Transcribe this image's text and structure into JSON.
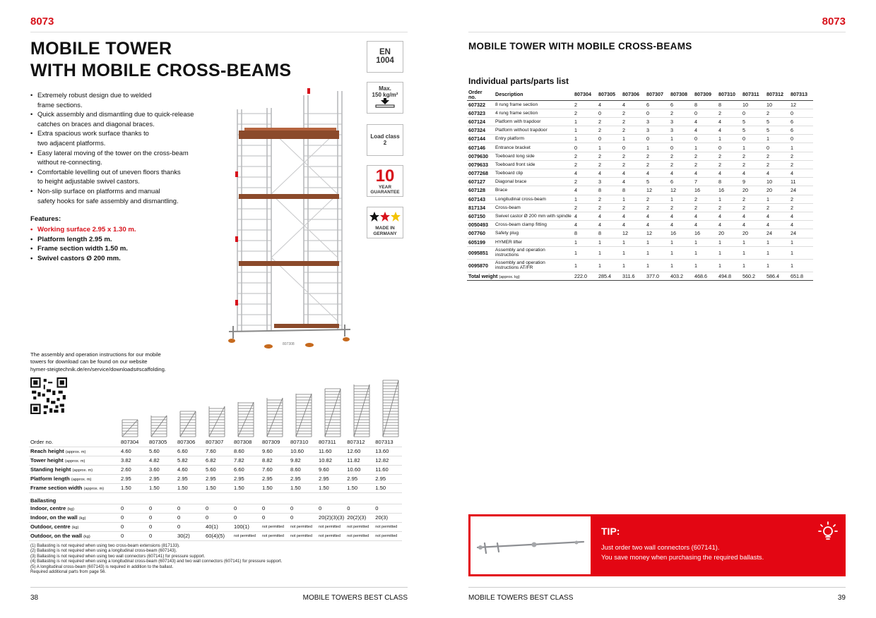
{
  "left_page": {
    "page_code": "8073",
    "title_lines": [
      "MOBILE TOWER",
      "WITH MOBILE CROSS-BEAMS"
    ],
    "bullets": [
      "Extremely robust design due to welded\nframe sections.",
      "Quick assembly and dismantling due to quick-release\ncatches on braces and diagonal braces.",
      "Extra spacious work surface thanks to\ntwo adjacent platforms.",
      "Easy lateral moving of the tower on the cross-beam\nwithout re-connecting.",
      "Comfortable levelling out of uneven floors thanks\nto height adjustable swivel castors.",
      "Non-slip surface on platforms and manual\nsafety hooks for safe assembly and dismantling."
    ],
    "features_heading": "Features:",
    "features": [
      "Working surface 2.95 x 1.30 m.",
      "Platform length 2.95 m.",
      "Frame section width 1.50 m.",
      "Swivel castors Ø 200 mm."
    ],
    "badges": {
      "en": "EN",
      "en_num": "1004",
      "max": "Max.",
      "max_load": "150 kg/m²",
      "load_class": "Load class",
      "load_num": "2",
      "years_num": "10",
      "years": "YEAR",
      "guarantee": "GUARANTEE",
      "made_in": "MADE IN",
      "germany": "GERMANY"
    },
    "image_caption": "807308",
    "assembly_text": "The assembly and operation instructions for our mobile\ntowers for download can be found on our website\nhymer-steigtechnik.de/en/service/downloads#scaffolding.",
    "spec_table": {
      "columns": [
        "807304",
        "807305",
        "807306",
        "807307",
        "807308",
        "807309",
        "807310",
        "807311",
        "807312",
        "807313"
      ],
      "order_label": "Order no.",
      "rows": [
        {
          "label": "Reach height",
          "unit": "(approx. m)",
          "values": [
            "4.60",
            "5.60",
            "6.60",
            "7.60",
            "8.60",
            "9.60",
            "10.60",
            "11.60",
            "12.60",
            "13.60"
          ]
        },
        {
          "label": "Tower height",
          "unit": "(approx. m)",
          "values": [
            "3.82",
            "4.82",
            "5.82",
            "6.82",
            "7.82",
            "8.82",
            "9.82",
            "10.82",
            "11.82",
            "12.82"
          ]
        },
        {
          "label": "Standing height",
          "unit": "(approx. m)",
          "values": [
            "2.60",
            "3.60",
            "4.60",
            "5.60",
            "6.60",
            "7.60",
            "8.60",
            "9.60",
            "10.60",
            "11.60"
          ]
        },
        {
          "label": "Platform length",
          "unit": "(approx. m)",
          "values": [
            "2.95",
            "2.95",
            "2.95",
            "2.95",
            "2.95",
            "2.95",
            "2.95",
            "2.95",
            "2.95",
            "2.95"
          ]
        },
        {
          "label": "Frame section width",
          "unit": "(approx. m)",
          "values": [
            "1.50",
            "1.50",
            "1.50",
            "1.50",
            "1.50",
            "1.50",
            "1.50",
            "1.50",
            "1.50",
            "1.50"
          ]
        }
      ],
      "ballasting_label": "Ballasting",
      "ballast_rows": [
        {
          "label": "Indoor, centre",
          "unit": "(kg)",
          "values": [
            "0",
            "0",
            "0",
            "0",
            "0",
            "0",
            "0",
            "0",
            "0",
            "0"
          ]
        },
        {
          "label": "Indoor, on the wall",
          "unit": "(kg)",
          "values": [
            "0",
            "0",
            "0",
            "0",
            "0",
            "0",
            "0",
            "20(2)(3)(3)",
            "20(2)(3)",
            "20(3)"
          ]
        },
        {
          "label": "Outdoor, centre",
          "unit": "(kg)",
          "values": [
            "0",
            "0",
            "0",
            "40(1)",
            "100(1)",
            "not permitted",
            "not permitted",
            "not permitted",
            "not permitted",
            "not permitted"
          ]
        },
        {
          "label": "Outdoor, on the wall",
          "unit": "(kg)",
          "values": [
            "0",
            "0",
            "30(2)",
            "60(4)(5)",
            "not permitted",
            "not permitted",
            "not permitted",
            "not permitted",
            "not permitted",
            "not permitted"
          ]
        }
      ]
    },
    "footnotes": [
      "(1) Ballasting is not required when using two cross-beam extensions (817133).",
      "(2) Ballasting is not required when using a longitudinal cross-beam (607143).",
      "(3) Ballasting is not required when using two wall connectors (607141) for pressure support.",
      "(4) Ballasting is not required when using a longitudinal cross-beam (607143) and two wall connectors (607141) for pressure support.",
      "(5) A longitudinal cross-beam (607143) is required in addition to the ballast.",
      "Required additional parts from page 56."
    ],
    "footer_page": "38",
    "footer_brand": "MOBILE TOWERS BEST CLASS"
  },
  "right_page": {
    "page_code": "8073",
    "subtitle": "MOBILE TOWER WITH MOBILE CROSS-BEAMS",
    "parts_heading": "Individual parts/parts list",
    "parts_table": {
      "order_label": "Order\nno.",
      "desc_label": "Description",
      "columns": [
        "807304",
        "807305",
        "807306",
        "807307",
        "807308",
        "807309",
        "807310",
        "807311",
        "807312",
        "807313"
      ],
      "rows": [
        {
          "no": "607322",
          "desc": "8 rung frame section",
          "values": [
            "2",
            "4",
            "4",
            "6",
            "6",
            "8",
            "8",
            "10",
            "10",
            "12"
          ]
        },
        {
          "no": "607323",
          "desc": "4 rung frame section",
          "values": [
            "2",
            "0",
            "2",
            "0",
            "2",
            "0",
            "2",
            "0",
            "2",
            "0"
          ]
        },
        {
          "no": "607124",
          "desc": "Platform with trapdoor",
          "values": [
            "1",
            "2",
            "2",
            "3",
            "3",
            "4",
            "4",
            "5",
            "5",
            "6"
          ]
        },
        {
          "no": "607324",
          "desc": "Platform without trapdoor",
          "values": [
            "1",
            "2",
            "2",
            "3",
            "3",
            "4",
            "4",
            "5",
            "5",
            "6"
          ]
        },
        {
          "no": "607144",
          "desc": "Entry platform",
          "values": [
            "1",
            "0",
            "1",
            "0",
            "1",
            "0",
            "1",
            "0",
            "1",
            "0"
          ]
        },
        {
          "no": "607146",
          "desc": "Entrance bracket",
          "values": [
            "0",
            "1",
            "0",
            "1",
            "0",
            "1",
            "0",
            "1",
            "0",
            "1"
          ]
        },
        {
          "no": "0079630",
          "desc": "Toeboard long side",
          "values": [
            "2",
            "2",
            "2",
            "2",
            "2",
            "2",
            "2",
            "2",
            "2",
            "2"
          ]
        },
        {
          "no": "0079633",
          "desc": "Toeboard front side",
          "values": [
            "2",
            "2",
            "2",
            "2",
            "2",
            "2",
            "2",
            "2",
            "2",
            "2"
          ]
        },
        {
          "no": "0077268",
          "desc": "Toeboard clip",
          "values": [
            "4",
            "4",
            "4",
            "4",
            "4",
            "4",
            "4",
            "4",
            "4",
            "4"
          ]
        },
        {
          "no": "607127",
          "desc": "Diagonal brace",
          "values": [
            "2",
            "3",
            "4",
            "5",
            "6",
            "7",
            "8",
            "9",
            "10",
            "11"
          ]
        },
        {
          "no": "607128",
          "desc": "Brace",
          "values": [
            "4",
            "8",
            "8",
            "12",
            "12",
            "16",
            "16",
            "20",
            "20",
            "24"
          ]
        },
        {
          "no": "607143",
          "desc": "Longitudinal cross-beam",
          "values": [
            "1",
            "2",
            "1",
            "2",
            "1",
            "2",
            "1",
            "2",
            "1",
            "2"
          ]
        },
        {
          "no": "817134",
          "desc": "Cross-beam",
          "values": [
            "2",
            "2",
            "2",
            "2",
            "2",
            "2",
            "2",
            "2",
            "2",
            "2"
          ]
        },
        {
          "no": "607150",
          "desc": "Swivel castor Ø 200 mm with spindle",
          "values": [
            "4",
            "4",
            "4",
            "4",
            "4",
            "4",
            "4",
            "4",
            "4",
            "4"
          ]
        },
        {
          "no": "0050493",
          "desc": "Cross-beam clamp fitting",
          "values": [
            "4",
            "4",
            "4",
            "4",
            "4",
            "4",
            "4",
            "4",
            "4",
            "4"
          ]
        },
        {
          "no": "007760",
          "desc": "Safety plug",
          "values": [
            "8",
            "8",
            "12",
            "12",
            "16",
            "16",
            "20",
            "20",
            "24",
            "24"
          ]
        },
        {
          "no": "605199",
          "desc": "HYMER lifter",
          "values": [
            "1",
            "1",
            "1",
            "1",
            "1",
            "1",
            "1",
            "1",
            "1",
            "1"
          ]
        },
        {
          "no": "0095851",
          "desc": "Assembly and operation\ninstructions",
          "values": [
            "1",
            "1",
            "1",
            "1",
            "1",
            "1",
            "1",
            "1",
            "1",
            "1"
          ]
        },
        {
          "no": "0095870",
          "desc": "Assembly and operation\ninstructions AT/FR",
          "values": [
            "1",
            "1",
            "1",
            "1",
            "1",
            "1",
            "1",
            "1",
            "1",
            "1"
          ]
        }
      ],
      "total_label": "Total weight",
      "total_unit": "(approx. kg)",
      "total_values": [
        "222.0",
        "285.4",
        "311.6",
        "377.0",
        "403.2",
        "468.6",
        "494.8",
        "560.2",
        "586.4",
        "651.8"
      ]
    },
    "tip": {
      "heading": "TIP:",
      "line1": "Just order two wall connectors (607141).",
      "line2": "You save money when purchasing the required ballasts."
    },
    "footer_brand": "MOBILE TOWERS BEST CLASS",
    "footer_page": "39",
    "colors": {
      "accent": "#d7121b",
      "tip_bg": "#e30613"
    }
  }
}
